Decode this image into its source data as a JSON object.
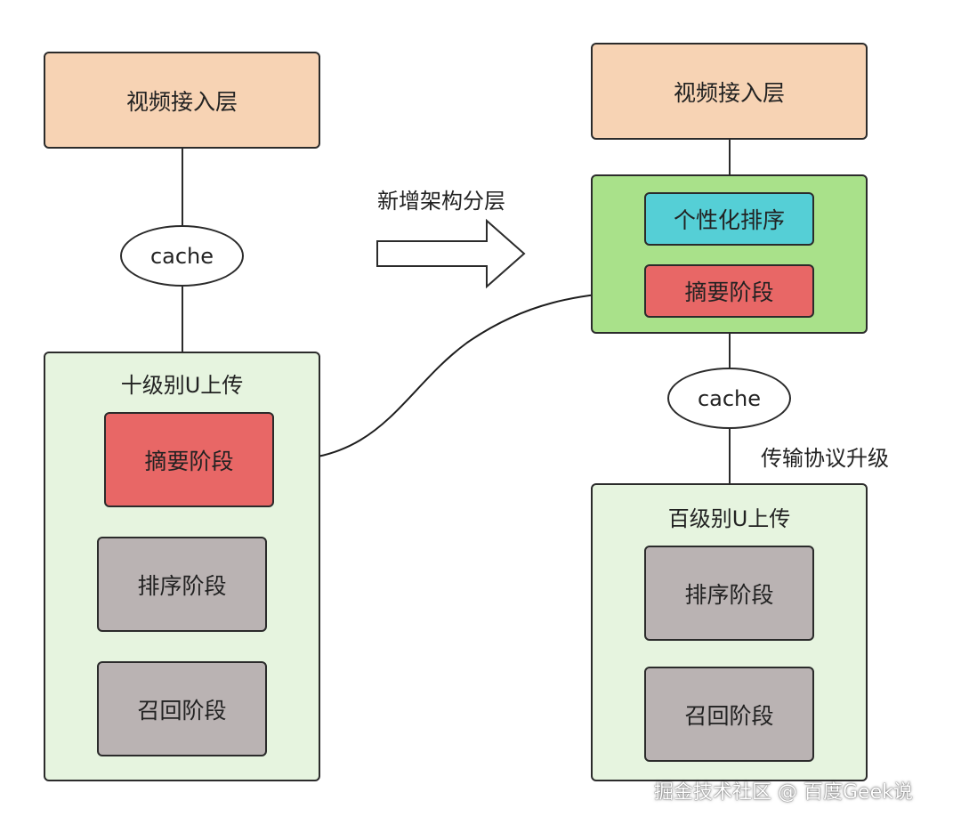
{
  "left": {
    "video_access_layer": "视频接入层",
    "cache": "cache",
    "container_title": "十级别U上传",
    "summary_stage": "摘要阶段",
    "ranking_stage": "排序阶段",
    "recall_stage": "召回阶段"
  },
  "middle": {
    "arrow_label": "新增架构分层"
  },
  "right": {
    "video_access_layer": "视频接入层",
    "personalized_ranking": "个性化排序",
    "summary_stage": "摘要阶段",
    "cache": "cache",
    "protocol_label": "传输协议升级",
    "container_title": "百级别U上传",
    "ranking_stage": "排序阶段",
    "recall_stage": "召回阶段"
  },
  "watermark": "掘金技术社区 @ 百度Geek说",
  "colors": {
    "peach": "#f7d3b4",
    "red": "#e86766",
    "gray": "#bab3b3",
    "teal": "#55cfd6",
    "green": "#a9e18a",
    "container_green": "#e6f4df"
  }
}
